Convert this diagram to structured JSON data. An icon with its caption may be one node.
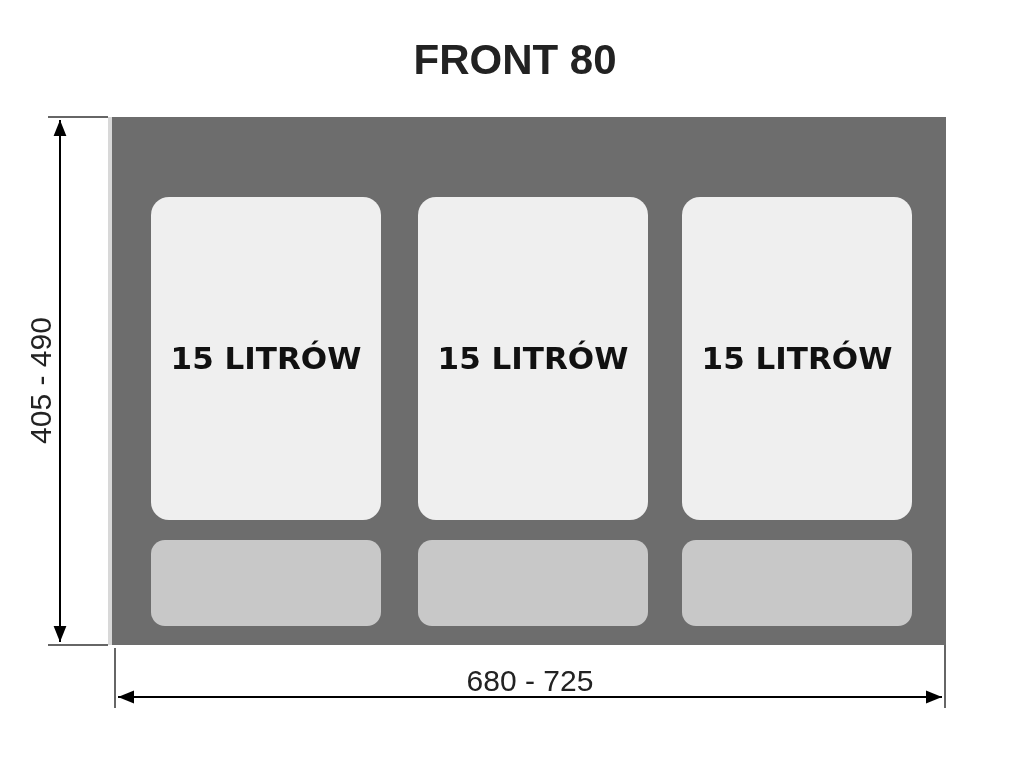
{
  "diagram": {
    "title": "FRONT 80",
    "nodes": [
      {
        "text": [],
        "shape": "box"
      },
      {
        "text": [
          "15 LITRÓW"
        ],
        "in": 0
      },
      {
        "text": [
          "15 LITRÓW"
        ],
        "in": 0
      },
      {
        "text": [
          "15 LITRÓW"
        ],
        "in": 0
      },
      {
        "text": [],
        "shape": "box",
        "in": 0
      },
      {
        "text": [],
        "shape": "box",
        "in": 0
      },
      {
        "text": [],
        "shape": "box",
        "in": 0
      }
    ],
    "labels": [
      "405 - 490",
      "680 - 725"
    ]
  }
}
